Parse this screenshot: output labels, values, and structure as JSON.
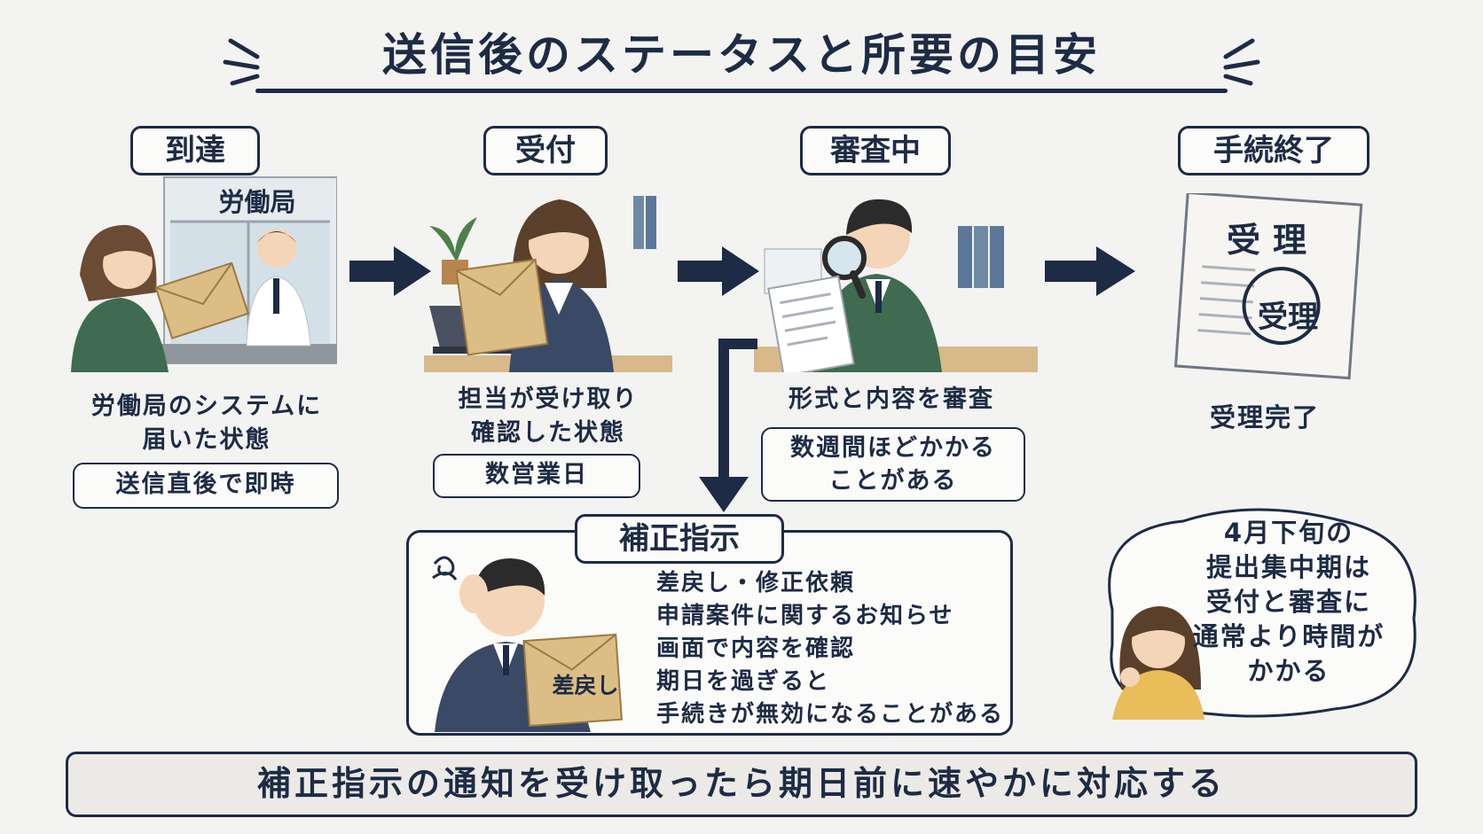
{
  "title": "送信後のステータスと所要の目安",
  "steps": [
    {
      "label": "到達",
      "sign": "労働局",
      "desc_line1": "労働局のシステムに",
      "desc_line2": "届いた状態",
      "time": "送信直後で即時"
    },
    {
      "label": "受付",
      "desc_line1": "担当が受け取り",
      "desc_line2": "確認した状態",
      "time": "数営業日"
    },
    {
      "label": "審査中",
      "desc_line1": "形式と内容を審査",
      "time_line1": "数週間ほどかかる",
      "time_line2": "ことがある"
    },
    {
      "label": "手続終了",
      "doc_title": "受理",
      "stamp": "受理",
      "desc_line1": "受理完了"
    }
  ],
  "correction": {
    "label": "補正指示",
    "envelope_text": "差戻し",
    "lines": [
      "差戻し・修正依頼",
      "申請案件に関するお知らせ",
      "画面で内容を確認",
      "期日を過ぎると",
      "手続きが無効になることがある"
    ]
  },
  "note_bubble": {
    "lines": [
      "4月下旬の",
      "提出集中期は",
      "受付と審査に",
      "通常より時間が",
      "かかる"
    ]
  },
  "bottom_message": "補正指示の通知を受け取ったら期日前に速やかに対応する",
  "colors": {
    "navy": "#1d2b45",
    "background": "#f3f3f1",
    "envelope": "#dcbd84",
    "green_jacket": "#3f6b50",
    "navy_suit": "#3a4a66"
  }
}
